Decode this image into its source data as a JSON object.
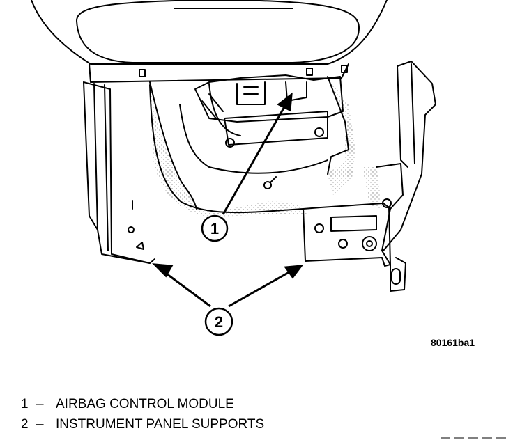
{
  "callouts": [
    {
      "number": "1"
    },
    {
      "number": "2"
    }
  ],
  "figure_id": "80161ba1",
  "legend": [
    {
      "number": "1",
      "dash": "–",
      "label": "AIRBAG CONTROL MODULE"
    },
    {
      "number": "2",
      "dash": "–",
      "label": "INSTRUMENT PANEL SUPPORTS"
    }
  ]
}
